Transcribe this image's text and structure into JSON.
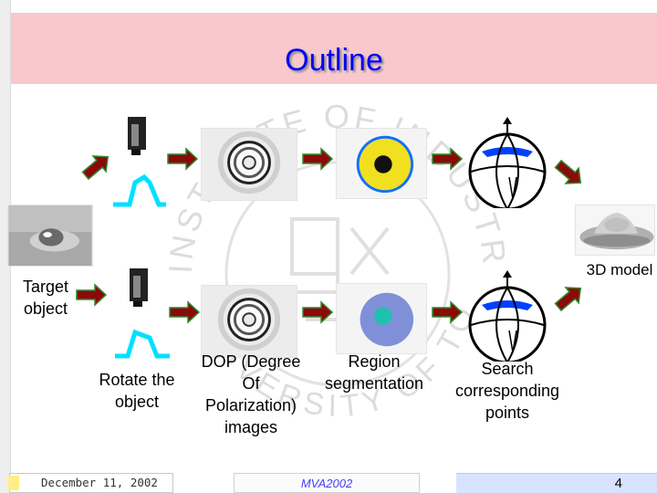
{
  "slide": {
    "title": "Outline"
  },
  "labels": {
    "target_object": "Target object",
    "rotate": "Rotate the object",
    "dop": "DOP (Degree Of Polarization) images",
    "region": "Region segmentation",
    "search": "Search corresponding points",
    "model": "3D model"
  },
  "watermark": {
    "top_text": "INSTITUTE OF INDUSTRIAL SCIENCE",
    "bottom_text": "UNIVERSITY OF TOKYO"
  },
  "footer": {
    "date": "December 11, 2002",
    "conference": "MVA2002",
    "page": "4"
  },
  "colors": {
    "title": "#0000ff",
    "arrow": "#8b0a0a",
    "arrow_edge": "#2d8a2d",
    "title_band": "#f8c8cc",
    "camera_stand": "#00ffff",
    "globe_cap": "#0040ff"
  }
}
